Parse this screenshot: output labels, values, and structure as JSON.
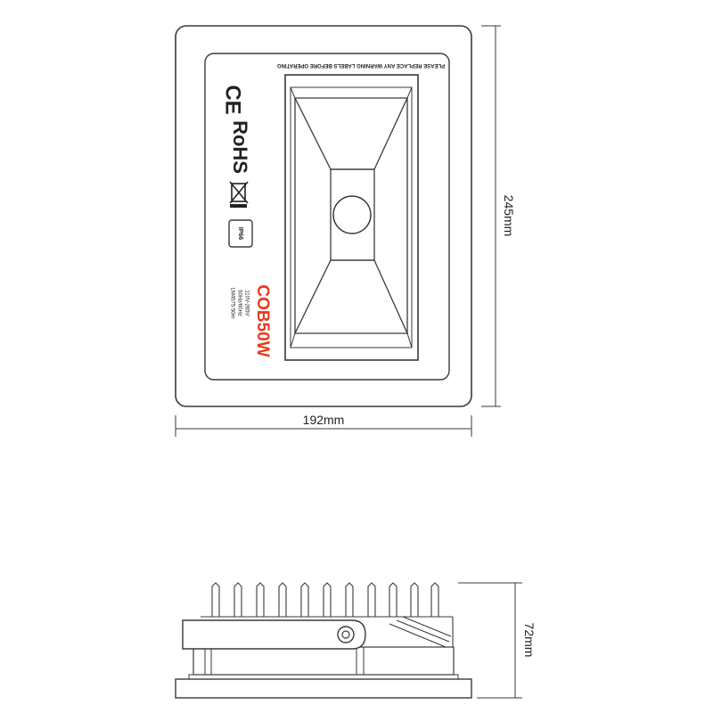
{
  "dimensions": {
    "width": "192mm",
    "height": "245mm",
    "depth": "72mm"
  },
  "label": {
    "warning": "PLEASE REPLACE ANY WARNING LABELS BEFORE OPERATING",
    "ce_mark": "CE",
    "rohs": "RoHS",
    "ip_rating": "IP66",
    "model": "COB50W",
    "spec_line_1": "110V-265V",
    "spec_line_2": "50Hz/60Hz",
    "spec_line_3": "LM4575 50m"
  },
  "colors": {
    "line": "#3a3a3a",
    "model_text": "#e8391d",
    "background": "#ffffff"
  },
  "icons": [
    "ce-mark-icon",
    "rohs-icon",
    "weee-bin-icon",
    "ip-rating-icon",
    "mounting-bolt-icon"
  ]
}
